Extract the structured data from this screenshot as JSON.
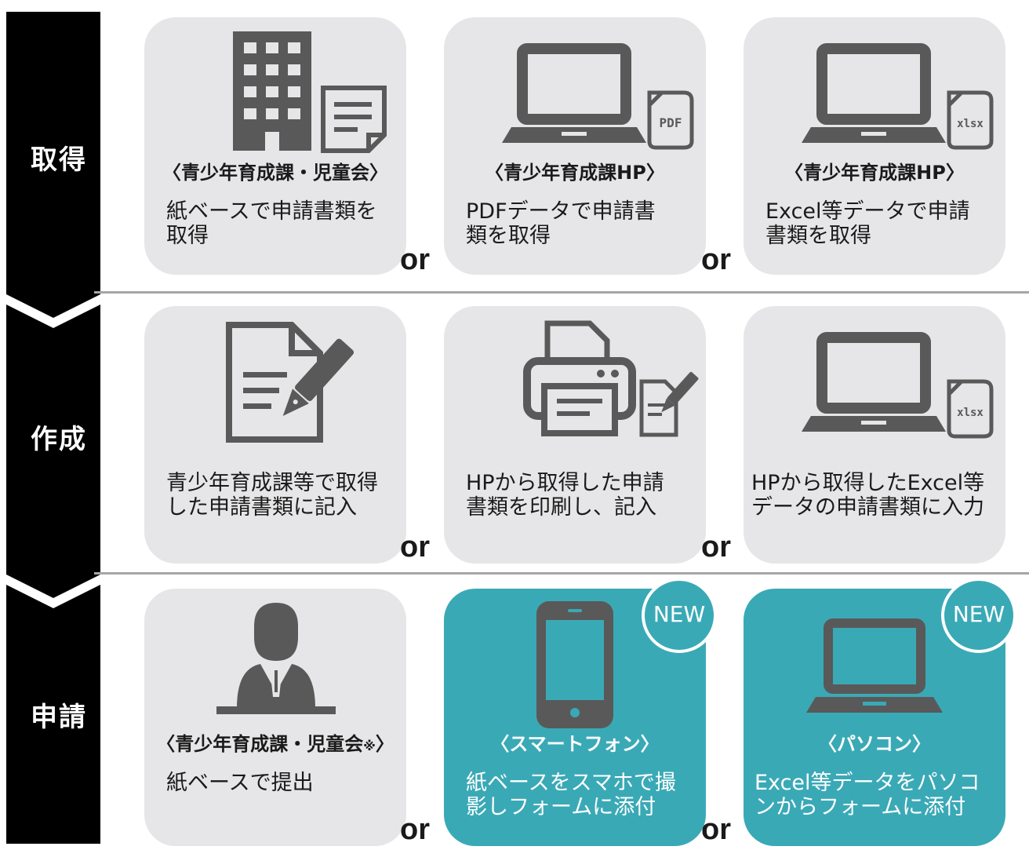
{
  "steps": [
    "取得",
    "作成",
    "申請"
  ],
  "connector": "or",
  "badge": "NEW",
  "rows": [
    [
      {
        "icon": "office-building-document-icon",
        "title": "〈青少年育成課・児童会〉",
        "body": [
          "紙ベースで申請書類を",
          "取得"
        ]
      },
      {
        "icon": "laptop-pdf-icon",
        "title": "〈青少年育成課HP〉",
        "body": [
          "PDFデータで申請書",
          "類を取得"
        ],
        "file_label": "PDF"
      },
      {
        "icon": "laptop-xlsx-icon",
        "title": "〈青少年育成課HP〉",
        "body": [
          "Excel等データで申請",
          "書類を取得"
        ],
        "file_label": "xlsx"
      }
    ],
    [
      {
        "icon": "document-pen-icon",
        "title": "",
        "body": [
          "青少年育成課等で取得",
          "した申請書類に記入"
        ]
      },
      {
        "icon": "printer-document-pen-icon",
        "title": "",
        "body": [
          "HPから取得した申請",
          "書類を印刷し、記入"
        ]
      },
      {
        "icon": "laptop-xlsx-icon",
        "title": "",
        "body": [
          "HPから取得したExcel等",
          "データの申請書類に入力"
        ],
        "file_label": "xlsx"
      }
    ],
    [
      {
        "icon": "counter-staff-icon",
        "title": "〈青少年育成課・児童会",
        "title_note": "※",
        "title_end": "〉",
        "body": [
          "紙ベースで提出"
        ]
      },
      {
        "icon": "smartphone-icon",
        "title": "〈スマートフォン〉",
        "body": [
          "紙ベースをスマホで撮",
          "影しフォームに添付"
        ],
        "is_new": true
      },
      {
        "icon": "laptop-icon",
        "title": "〈パソコン〉",
        "body": [
          "Excel等データをパソコ",
          "ンからフォームに添付"
        ],
        "is_new": true
      }
    ]
  ],
  "colors": {
    "card": "#e6e6e8",
    "new": "#3aa9b6",
    "icon": "#595959",
    "step": "#000000",
    "divider": "#a6a6a6"
  }
}
